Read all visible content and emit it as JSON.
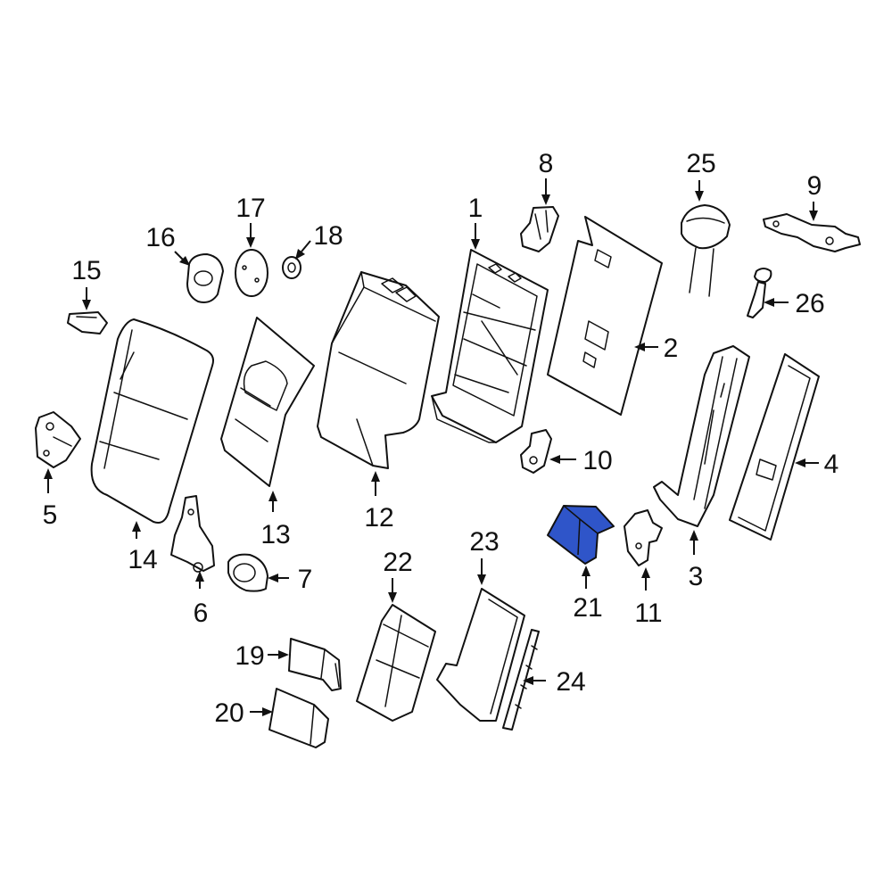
{
  "highlight_color": "#2f55c9",
  "highlighted_part": "21",
  "callouts": {
    "c1": "1",
    "c2": "2",
    "c3": "3",
    "c4": "4",
    "c5": "5",
    "c6": "6",
    "c7": "7",
    "c8": "8",
    "c9": "9",
    "c10": "10",
    "c11": "11",
    "c12": "12",
    "c13": "13",
    "c14": "14",
    "c15": "15",
    "c16": "16",
    "c17": "17",
    "c18": "18",
    "c19": "19",
    "c20": "20",
    "c21": "21",
    "c22": "22",
    "c23": "23",
    "c24": "24",
    "c25": "25",
    "c26": "26"
  }
}
